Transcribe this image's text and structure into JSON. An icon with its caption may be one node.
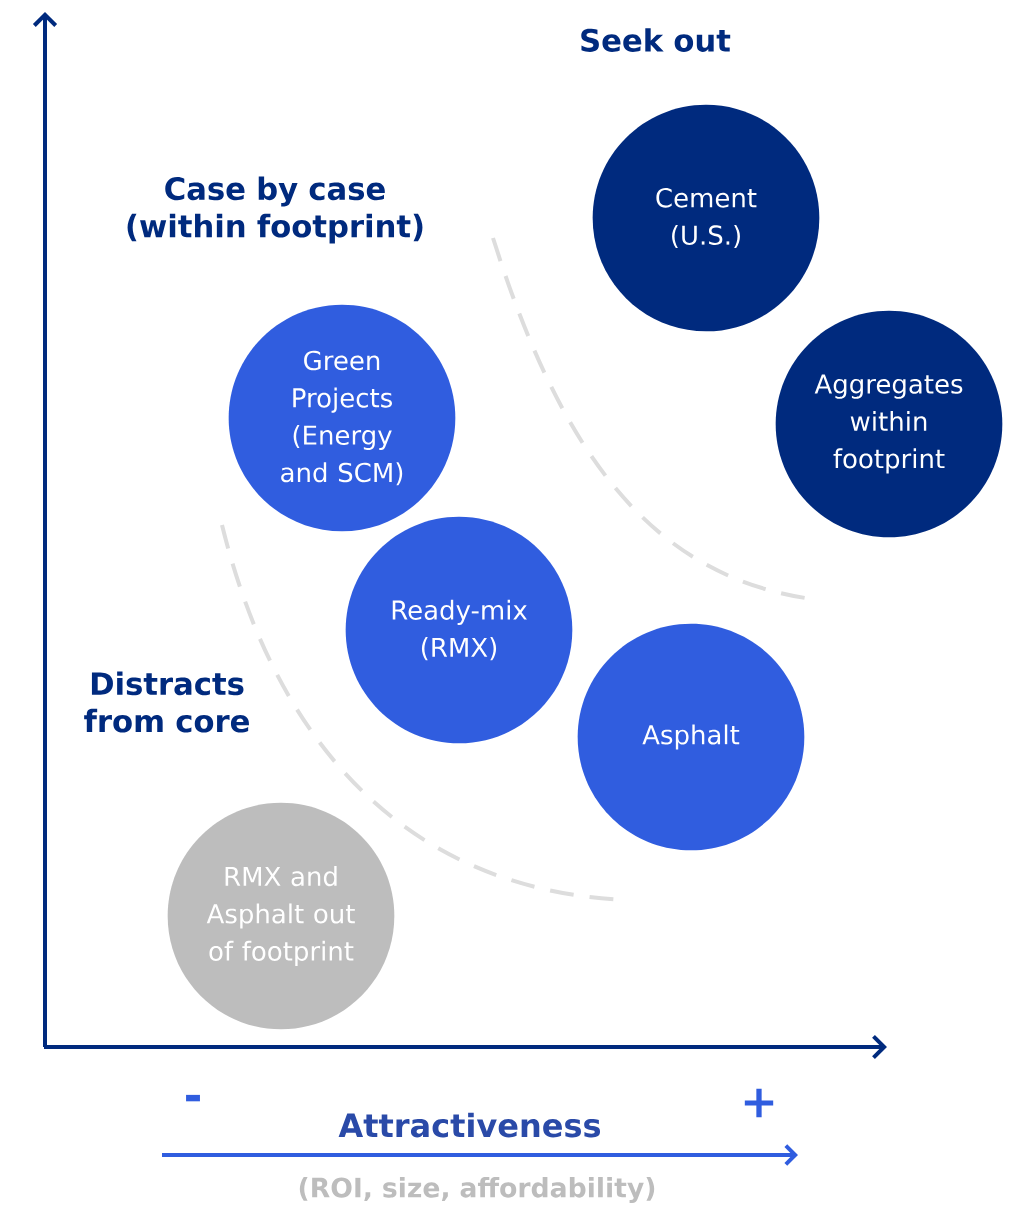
{
  "diagram": {
    "nodes": [
      {
        "text": [
          "Cement (U.S.)"
        ]
      },
      {
        "text": [
          "Aggregates within footprint"
        ]
      },
      {
        "text": [
          "Green Projects (Energy and SCM)"
        ]
      },
      {
        "text": [
          "Ready-mix (RMX)"
        ]
      },
      {
        "text": [
          "Asphalt"
        ]
      },
      {
        "text": [
          "RMX and Asphalt out of footprint"
        ]
      }
    ],
    "labels": [
      "Seek out",
      "Case by case (within footprint)",
      "Distracts from core",
      "-",
      "+",
      "Attractiveness",
      "(ROI, size, affordability)"
    ]
  }
}
